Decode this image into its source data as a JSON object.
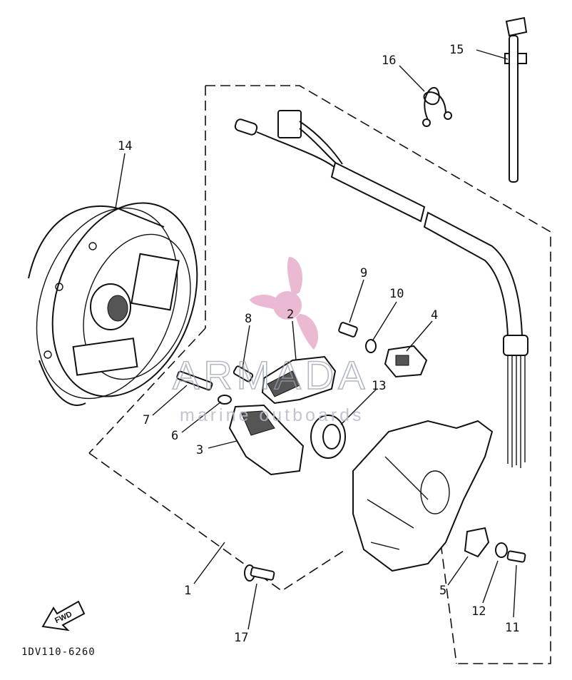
{
  "diagram": {
    "part_code": "1DV110-6260",
    "fwd_label": "FWD",
    "watermark": {
      "brand": "ARMADA",
      "subtitle": "marine outboards",
      "logo_color": "#e6a8c8"
    },
    "callouts": [
      "1",
      "2",
      "3",
      "4",
      "5",
      "6",
      "7",
      "8",
      "9",
      "10",
      "11",
      "12",
      "13",
      "14",
      "15",
      "16",
      "17"
    ]
  }
}
